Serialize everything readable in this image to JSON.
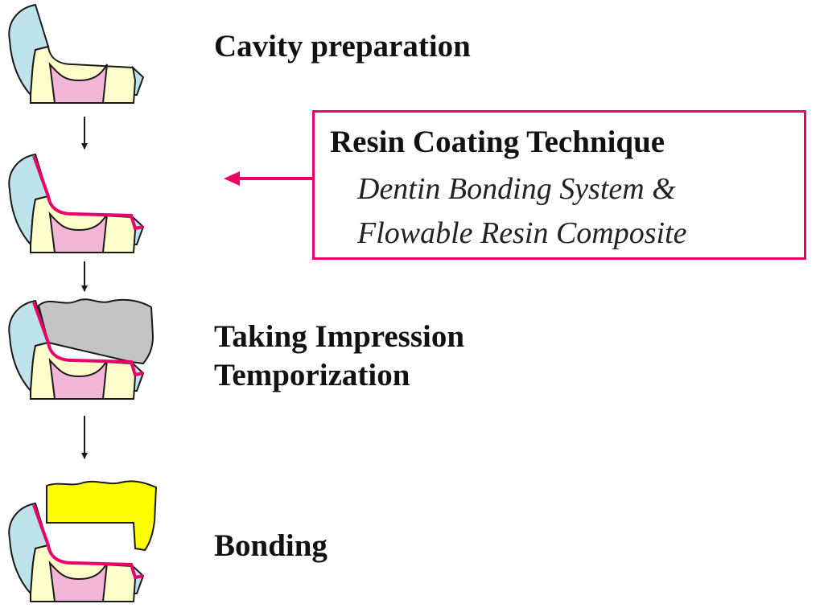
{
  "steps": [
    {
      "label": "Cavity preparation"
    },
    {
      "label": ""
    },
    {
      "label": "Taking Impression\nTemporization"
    },
    {
      "label": "Bonding"
    }
  ],
  "callout": {
    "title": "Resin Coating Technique",
    "line1": "Dentin Bonding System &",
    "line2": "Flowable Resin Composite"
  },
  "colors": {
    "enamel": "#bfe3ea",
    "dentin": "#ffffcc",
    "pulp": "#f4b6d7",
    "resin_coating": "#e8006b",
    "temporary": "#c4c4c4",
    "restoration": "#ffff00",
    "outline": "#1a1a1a",
    "callout_border": "#e8006b"
  }
}
